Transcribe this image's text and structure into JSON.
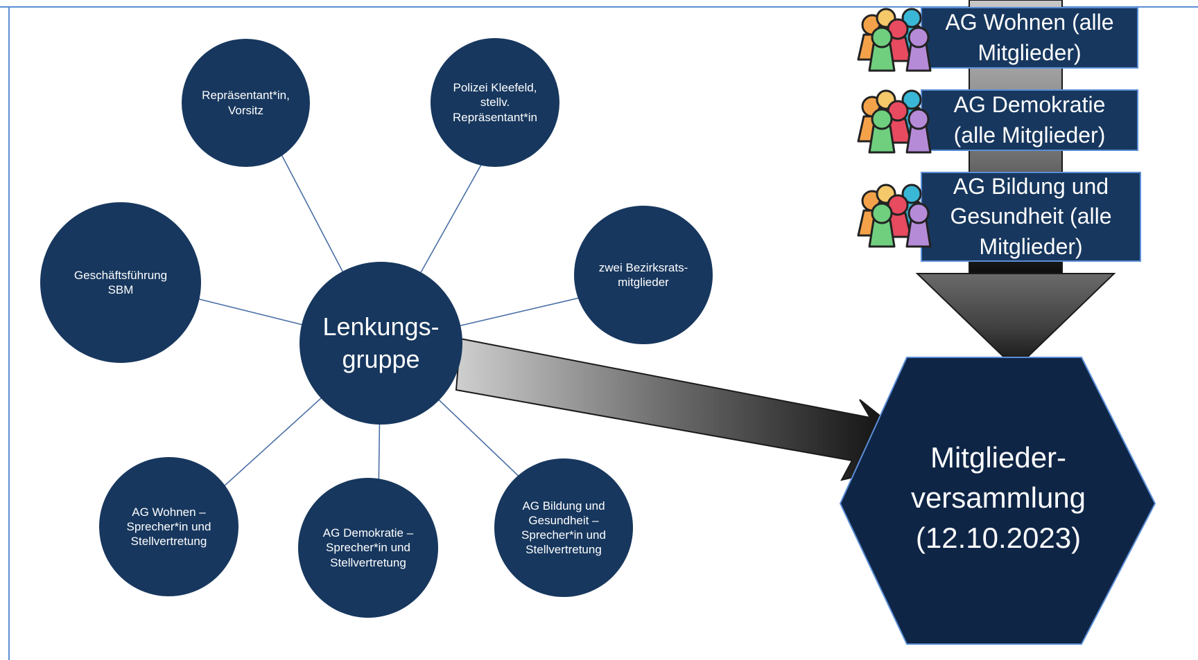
{
  "diagram": {
    "center": {
      "label": "Lenkungs-\ngruppe"
    },
    "members": [
      {
        "id": "repraesentant",
        "label": "Repräsentant*in,\nVorsitz"
      },
      {
        "id": "polizei",
        "label": "Polizei Kleefeld,\nstellv.\nRepräsentant*in"
      },
      {
        "id": "bezirksrat",
        "label": "zwei Bezirksrats-\nmitglieder"
      },
      {
        "id": "ag-bildung",
        "label": "AG Bildung und\nGesundheit –\nSprecher*in und\nStellvertretung"
      },
      {
        "id": "ag-demokratie",
        "label": "AG Demokratie –\nSprecher*in und\nStellvertretung"
      },
      {
        "id": "ag-wohnen",
        "label": "AG Wohnen –\nSprecher*in und\nStellvertretung"
      },
      {
        "id": "geschaeftsfuehrung",
        "label": "Geschäftsführung\nSBM"
      }
    ],
    "working_groups": [
      {
        "id": "wohnen",
        "label": "AG Wohnen (alle\nMitglieder)",
        "icon": "people-group-icon"
      },
      {
        "id": "demokratie",
        "label": "AG Demokratie\n(alle Mitglieder)",
        "icon": "people-group-icon"
      },
      {
        "id": "bildung",
        "label": "AG Bildung und\nGesundheit (alle\nMitglieder)",
        "icon": "people-group-icon"
      }
    ],
    "assembly": {
      "label": "Mitglieder-\nversammlung\n(12.10.2023)"
    }
  },
  "colors": {
    "node_fill": "#17375e",
    "hexagon_fill": "#0f2546",
    "connector": "#4a6fa5",
    "border": "#5b8ed6",
    "people": [
      "#f4a24a",
      "#f5c86a",
      "#e84a5f",
      "#3ab7d6",
      "#6fcf7f",
      "#b58bd8"
    ]
  }
}
